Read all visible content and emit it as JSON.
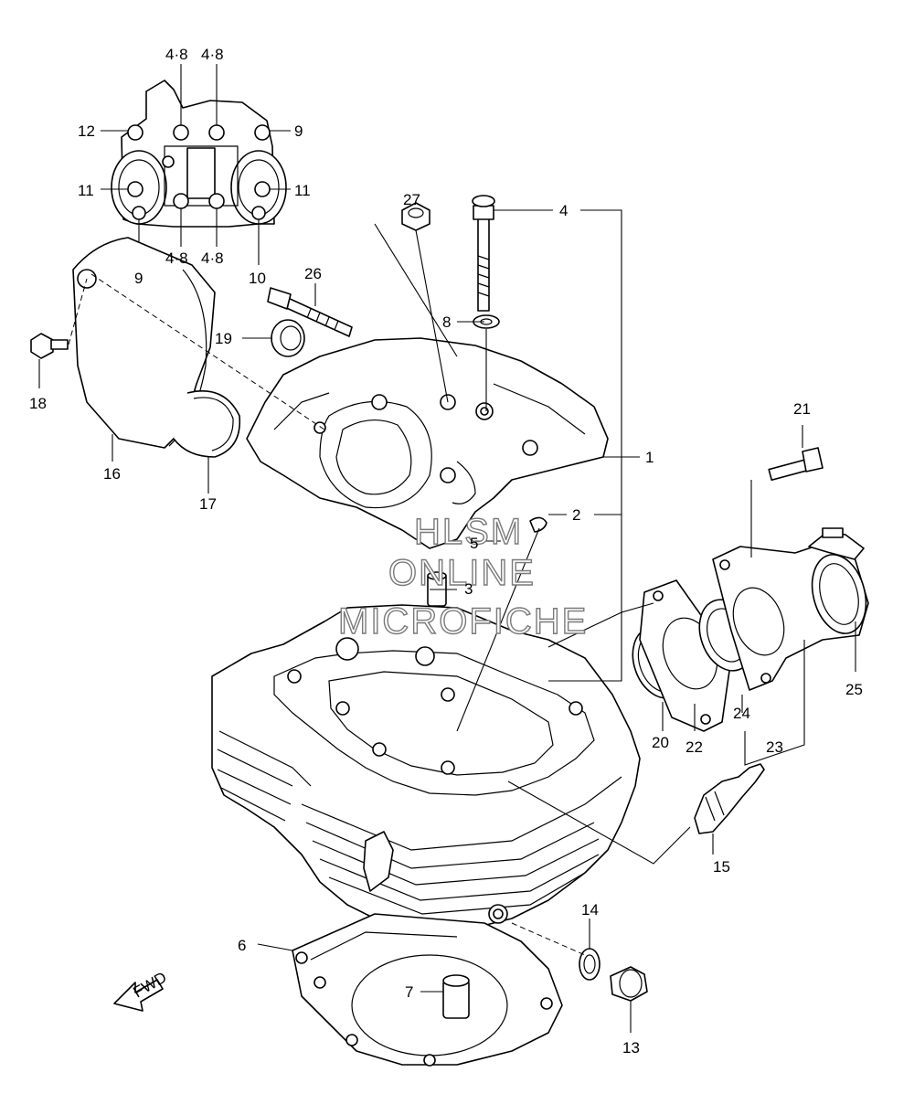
{
  "watermark": {
    "line1": "HLSM",
    "line2": "ONLINE",
    "line3": "MICROFICHE"
  },
  "fwd_arrow": {
    "text": "FWD"
  },
  "callouts": {
    "c1": "1",
    "c2": "2",
    "c3": "3",
    "c4": "4",
    "c5": "5",
    "c6": "6",
    "c7": "7",
    "c8": "8",
    "c13": "13",
    "c14": "14",
    "c15": "15",
    "c16": "16",
    "c17": "17",
    "c18": "18",
    "c19": "19",
    "c20": "20",
    "c21": "21",
    "c22": "22",
    "c23": "23",
    "c24": "24",
    "c25": "25",
    "c26": "26",
    "c27": "27"
  },
  "inset_callouts": {
    "tl": "4·8",
    "tr": "4·8",
    "bl": "4·8",
    "br": "4·8",
    "left12": "12",
    "right9": "9",
    "left11": "11",
    "right11": "11",
    "bottom9": "9",
    "bottom10": "10"
  }
}
